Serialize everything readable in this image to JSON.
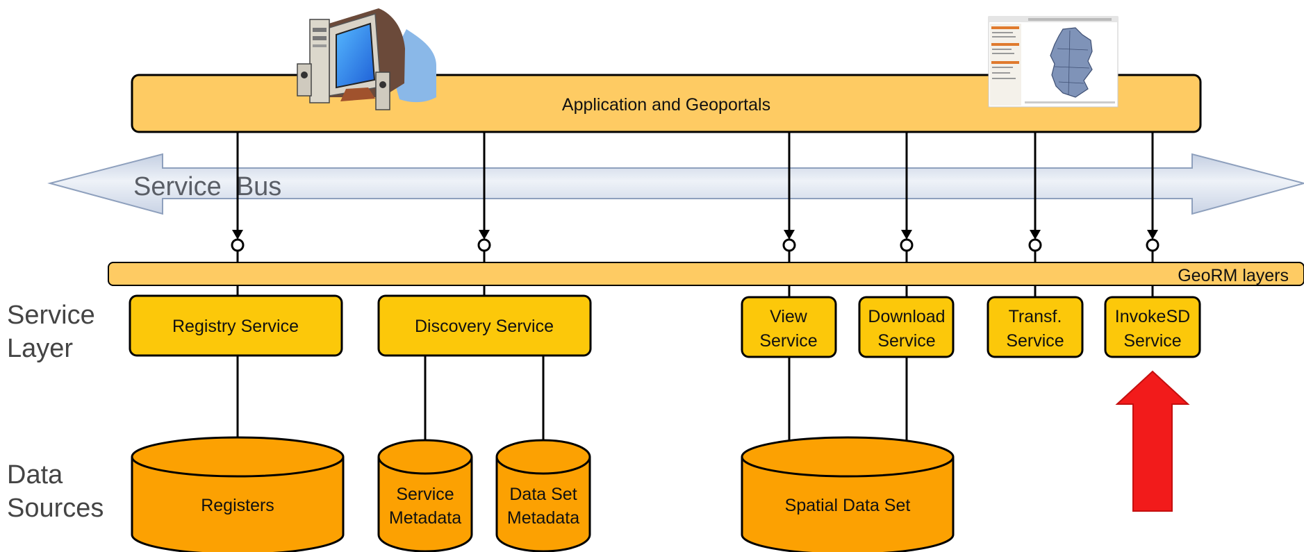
{
  "application_bar": {
    "label": "Application and Geoportals"
  },
  "service_bus": {
    "label": "Service  Bus"
  },
  "georm": {
    "label": "GeoRM layers"
  },
  "row_labels": {
    "service_layer": [
      "Service",
      "Layer"
    ],
    "data_sources": [
      "Data",
      "Sources"
    ]
  },
  "services": {
    "registry": [
      "Registry Service"
    ],
    "discovery": [
      "Discovery Service"
    ],
    "view": [
      "View",
      "Service"
    ],
    "download": [
      "Download",
      "Service"
    ],
    "transf": [
      "Transf.",
      "Service"
    ],
    "invoke": [
      "InvokeSD",
      "Service"
    ]
  },
  "data_sources": {
    "registers": [
      "Registers"
    ],
    "service_metadata": [
      "Service",
      "Metadata"
    ],
    "dataset_metadata": [
      "Data Set",
      "Metadata"
    ],
    "spatial": [
      "Spatial Data Set"
    ]
  },
  "colors": {
    "app_fill": "#fecb63",
    "service_fill": "#fcc80a",
    "cylinder_fill": "#fca102",
    "bus_fill": "#d6deec",
    "arrow_red": "#f21b1b"
  },
  "icons": [
    "desktop-computer-icon",
    "geoportal-map-screenshot-icon"
  ]
}
